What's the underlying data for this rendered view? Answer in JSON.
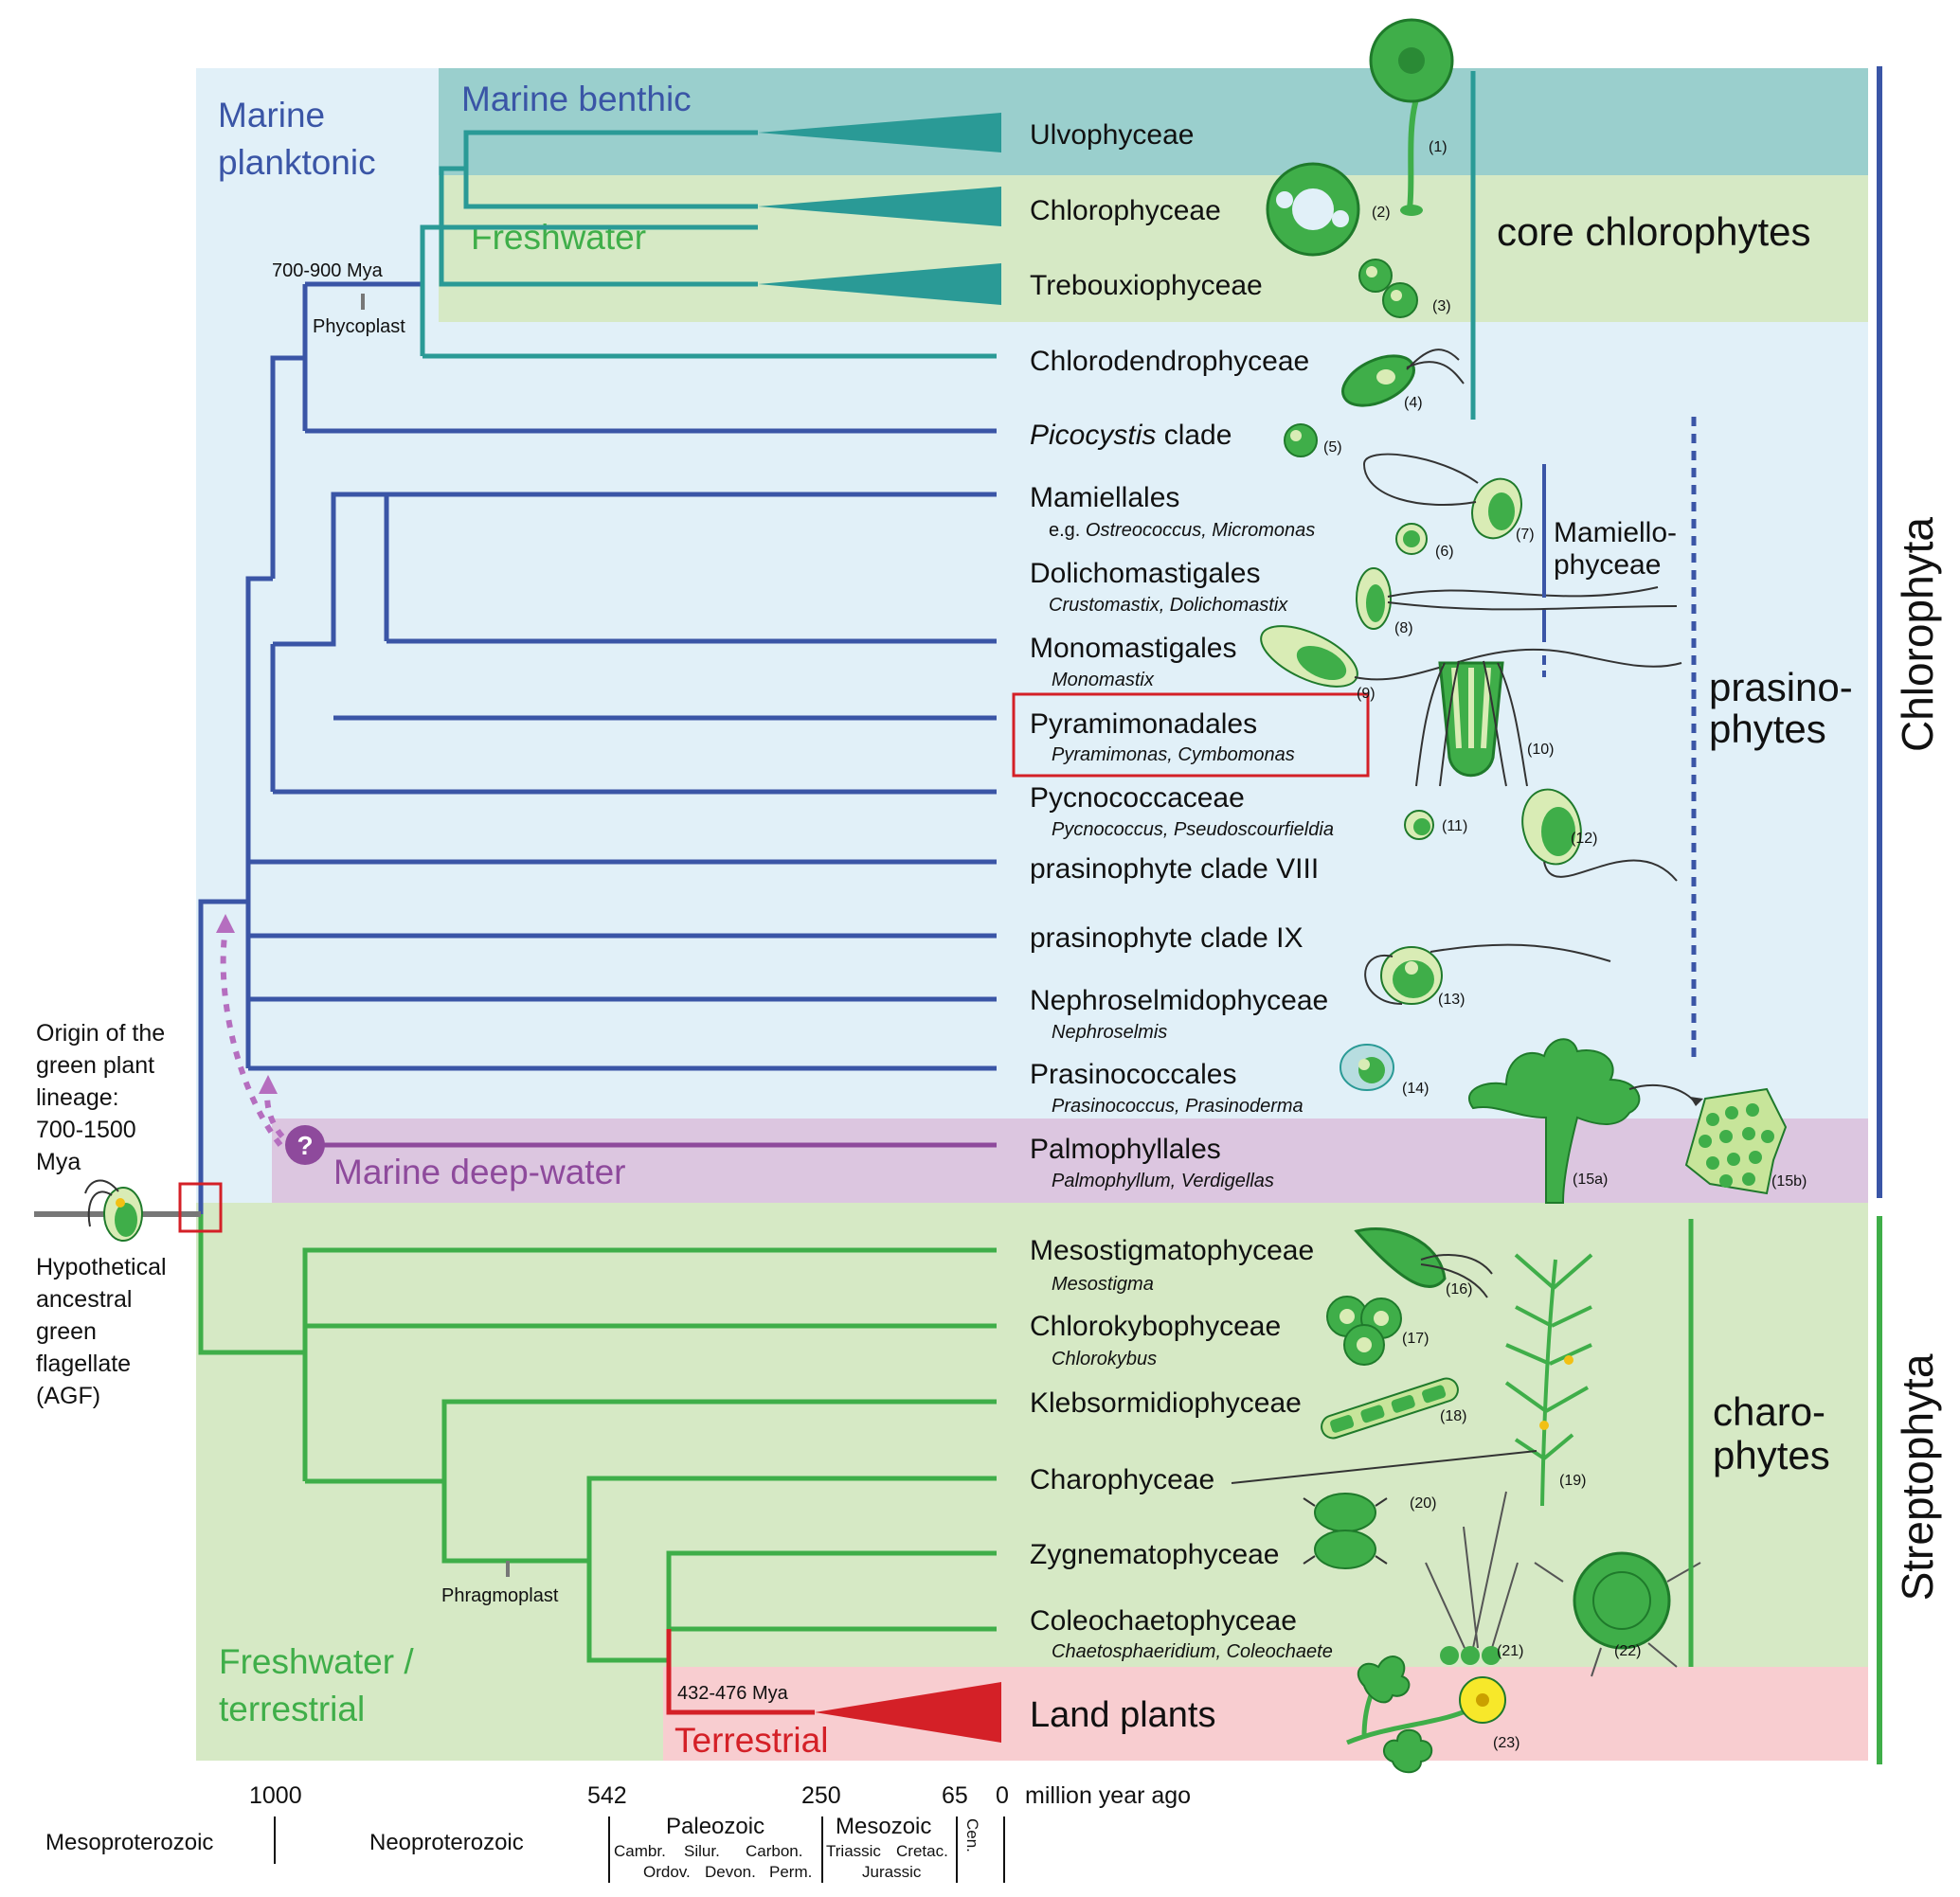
{
  "colors": {
    "chlorophyta": "#3a55a6",
    "core": "#2a9a96",
    "streptophyta": "#3fae49",
    "land": "#d42027",
    "deep": "#8e4a9c"
  },
  "habitats": {
    "marine_planktonic": [
      "Marine",
      "planktonic"
    ],
    "marine_benthic": "Marine benthic",
    "freshwater": "Freshwater",
    "marine_deep": "Marine deep-water",
    "fresh_terrestrial": [
      "Freshwater /",
      "terrestrial"
    ],
    "terrestrial": "Terrestrial"
  },
  "taxa": [
    {
      "name": "Ulvophyceae",
      "sub": "",
      "num": "(1)"
    },
    {
      "name": "Chlorophyceae",
      "sub": "",
      "num": "(2)"
    },
    {
      "name": "Trebouxiophyceae",
      "sub": "",
      "num": "(3)"
    },
    {
      "name": "Chlorodendrophyceae",
      "sub": "",
      "num": "(4)"
    },
    {
      "name_italic": "Picocystis",
      "name_rest": " clade",
      "sub": "",
      "num": "(5)"
    },
    {
      "name": "Mamiellales",
      "sub_prefix": "e.g. ",
      "sub": "Ostreococcus, Micromonas",
      "num": "(6)",
      "num2": "(7)"
    },
    {
      "name": "Dolichomastigales",
      "sub": "Crustomastix, Dolichomastix",
      "num": "(8)"
    },
    {
      "name": "Monomastigales",
      "sub": "Monomastix",
      "num": "(9)"
    },
    {
      "name": "Pyramimonadales",
      "sub": "Pyramimonas, Cymbomonas",
      "num": "(10)"
    },
    {
      "name": "Pycnococcaceae",
      "sub": "Pycnococcus, Pseudoscourfieldia",
      "num": "(11)",
      "num2": "(12)"
    },
    {
      "name": "prasinophyte clade VIII",
      "sub": ""
    },
    {
      "name": "prasinophyte clade IX",
      "sub": ""
    },
    {
      "name": "Nephroselmidophyceae",
      "sub": "Nephroselmis",
      "num": "(13)"
    },
    {
      "name": "Prasinococcales",
      "sub": "Prasinococcus, Prasinoderma",
      "num": "(14)"
    },
    {
      "name": "Palmophyllales",
      "sub": "Palmophyllum, Verdigellas",
      "num": "(15a)",
      "num2": "(15b)"
    },
    {
      "name": "Mesostigmatophyceae",
      "sub": "Mesostigma",
      "num": "(16)"
    },
    {
      "name": "Chlorokybophyceae",
      "sub": "Chlorokybus",
      "num": "(17)"
    },
    {
      "name": "Klebsormidiophyceae",
      "sub": "",
      "num": "(18)"
    },
    {
      "name": "Charophyceae",
      "sub": "",
      "num": "(19)"
    },
    {
      "name": "Zygnematophyceae",
      "sub": "",
      "num": "(20)"
    },
    {
      "name": "Coleochaetophyceae",
      "sub": "Chaetosphaeridium, Coleochaete",
      "num": "(21)",
      "num2": "(22)"
    },
    {
      "name": "Land plants",
      "sub": "",
      "num": "(23)"
    }
  ],
  "groups": {
    "core": "core chlorophytes",
    "mamiello": [
      "Mamiello-",
      "phyceae"
    ],
    "prasino": [
      "prasino-",
      "phytes"
    ],
    "charo": [
      "charo-",
      "phytes"
    ],
    "chlorophyta": "Chlorophyta",
    "streptophyta": "Streptophyta"
  },
  "annotations": {
    "mya_700_900": "700-900  Mya",
    "phycoplast": "Phycoplast",
    "phragmoplast": "Phragmoplast",
    "mya_432_476": "432-476 Mya",
    "question": "?",
    "origin": [
      "Origin of the",
      "green plant",
      "lineage:",
      "700-1500",
      "Mya"
    ],
    "agf": [
      "Hypothetical",
      "ancestral",
      "green",
      "flagellate",
      "(AGF)"
    ]
  },
  "timescale": {
    "ticks": [
      "1000",
      "542",
      "250",
      "65",
      "0"
    ],
    "unit": "million year ago",
    "eras": [
      "Mesoproterozoic",
      "Neoproterozoic",
      "Paleozoic",
      "Mesozoic",
      "Cen."
    ],
    "paleozoic_periods_top": [
      "Cambr.",
      "Silur.",
      "Carbon."
    ],
    "paleozoic_periods_bottom": [
      "Ordov.",
      "Devon.",
      "Perm."
    ],
    "mesozoic_periods_top": [
      "Triassic",
      "Cretac."
    ],
    "mesozoic_periods_bottom": [
      "Jurassic"
    ]
  }
}
